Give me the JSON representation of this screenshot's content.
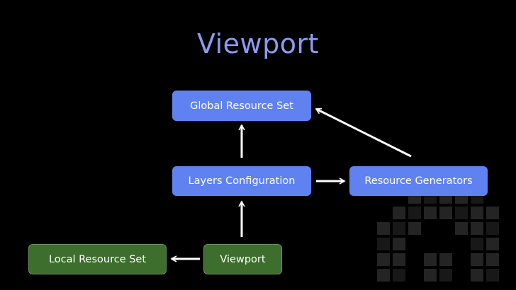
{
  "title": "Viewport",
  "nodes": {
    "global_resource_set": "Global Resource Set",
    "layers_configuration": "Layers Configuration",
    "resource_generators": "Resource Generators",
    "local_resource_set": "Local Resource Set",
    "viewport": "Viewport"
  },
  "colors": {
    "background": "#000000",
    "title": "#8b9bf0",
    "node_blue": "#5f82f0",
    "node_green": "#3d6e2d",
    "arrow": "#ffffff"
  },
  "edges": [
    {
      "from": "Layers Configuration",
      "to": "Global Resource Set"
    },
    {
      "from": "Layers Configuration",
      "to": "Resource Generators"
    },
    {
      "from": "Resource Generators",
      "to": "Global Resource Set"
    },
    {
      "from": "Viewport",
      "to": "Layers Configuration"
    },
    {
      "from": "Viewport",
      "to": "Local Resource Set"
    }
  ]
}
